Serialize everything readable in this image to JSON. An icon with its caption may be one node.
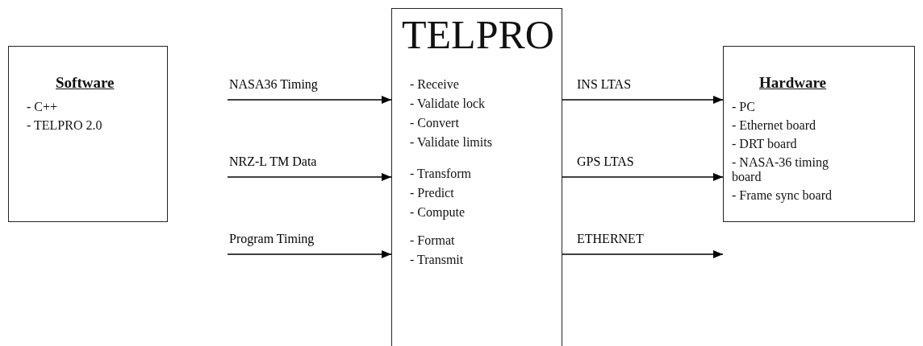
{
  "diagram": {
    "nodes": [
      {
        "text": [
          "Software",
          "- C++",
          "- TELPRO 2.0"
        ]
      },
      {
        "text": [
          "TELPRO",
          "- Receive",
          "- Validate lock",
          "- Convert",
          "- Validate limits",
          "- Transform",
          "- Predict",
          "- Compute",
          "- Format",
          "- Transmit"
        ]
      },
      {
        "text": [
          "Hardware",
          "- PC",
          "- Ethernet board",
          "- DRT board",
          "- NASA-36 timing board",
          "- Frame sync board"
        ]
      }
    ],
    "edges": [
      {
        "from": null,
        "to": 1,
        "arrow": "to",
        "label": "NASA36 Timing"
      },
      {
        "from": null,
        "to": 1,
        "arrow": "to",
        "label": "NRZ-L TM Data"
      },
      {
        "from": null,
        "to": 1,
        "arrow": "to",
        "label": "Program Timing"
      },
      {
        "from": 1,
        "to": 2,
        "arrow": "to",
        "label": "INS LTAS"
      },
      {
        "from": 1,
        "to": 2,
        "arrow": "to",
        "label": "GPS LTAS"
      },
      {
        "from": 1,
        "to": 2,
        "arrow": "to",
        "label": "ETHERNET"
      }
    ]
  }
}
